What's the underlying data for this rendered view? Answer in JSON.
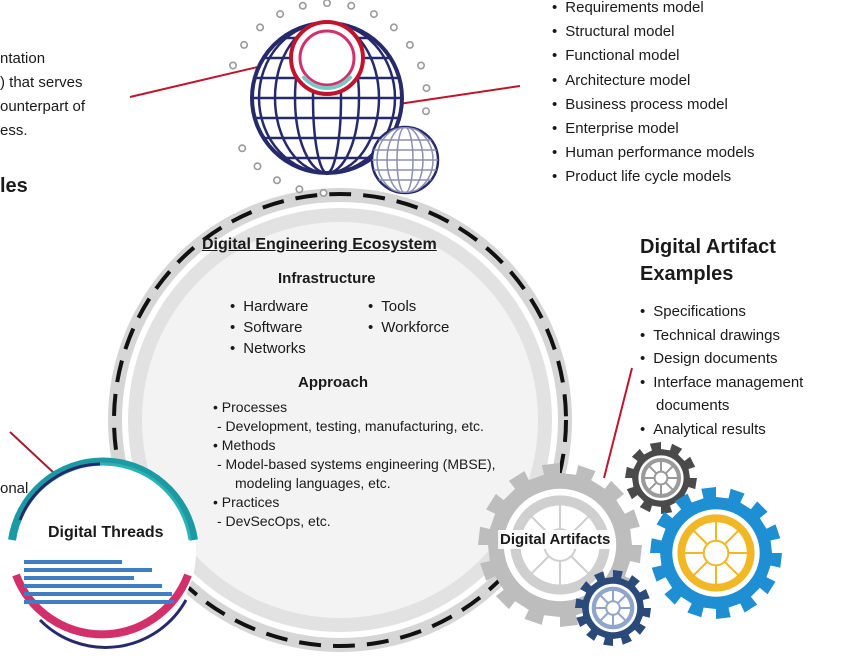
{
  "left_fragments": {
    "twin_def_lines": [
      "ntation",
      ") that serves",
      "ounterpart of",
      "ess."
    ],
    "examples_heading_fragment": "les",
    "threads_def_fragment": "onal"
  },
  "top_models": {
    "items": [
      "Requirements model",
      "Structural model",
      "Functional model",
      "Architecture model",
      "Business process model",
      "Enterprise model",
      "Human performance models",
      "Product life cycle models"
    ]
  },
  "ecosystem": {
    "title": "Digital Engineering Ecosystem",
    "infrastructure": {
      "heading": "Infrastructure",
      "col1": [
        "Hardware",
        "Software",
        "Networks"
      ],
      "col2": [
        "Tools",
        "Workforce"
      ]
    },
    "approach": {
      "heading": "Approach",
      "items": [
        {
          "label": "Processes",
          "detail": [
            "Development, testing, manufacturing, etc."
          ]
        },
        {
          "label": "Methods",
          "detail": [
            "Model-based systems engineering (MBSE),",
            "modeling languages, etc."
          ]
        },
        {
          "label": "Practices",
          "detail": [
            "DevSecOps, etc."
          ]
        }
      ]
    }
  },
  "artifact_examples": {
    "heading_line1": "Digital Artifact",
    "heading_line2": "Examples",
    "items": [
      "Specifications",
      "Technical drawings",
      "Design documents",
      "Interface management",
      "Analytical results"
    ],
    "wrap_line": "documents"
  },
  "digital_threads": {
    "label": "Digital Threads"
  },
  "digital_artifacts": {
    "label": "Digital Artifacts"
  },
  "colors": {
    "navy": "#262a6b",
    "teal": "#1c9aa4",
    "magenta": "#d22f6b",
    "red": "#c0142c",
    "gray_ring": "#d3d3d3",
    "gear_dark": "#4a4a4a",
    "gear_blue": "#1e8fd2",
    "gear_yellow": "#f2b724",
    "gear_navy": "#2a4a7a",
    "gear_gray": "#bdbdbd",
    "blue_bar": "#3d7fc4"
  }
}
